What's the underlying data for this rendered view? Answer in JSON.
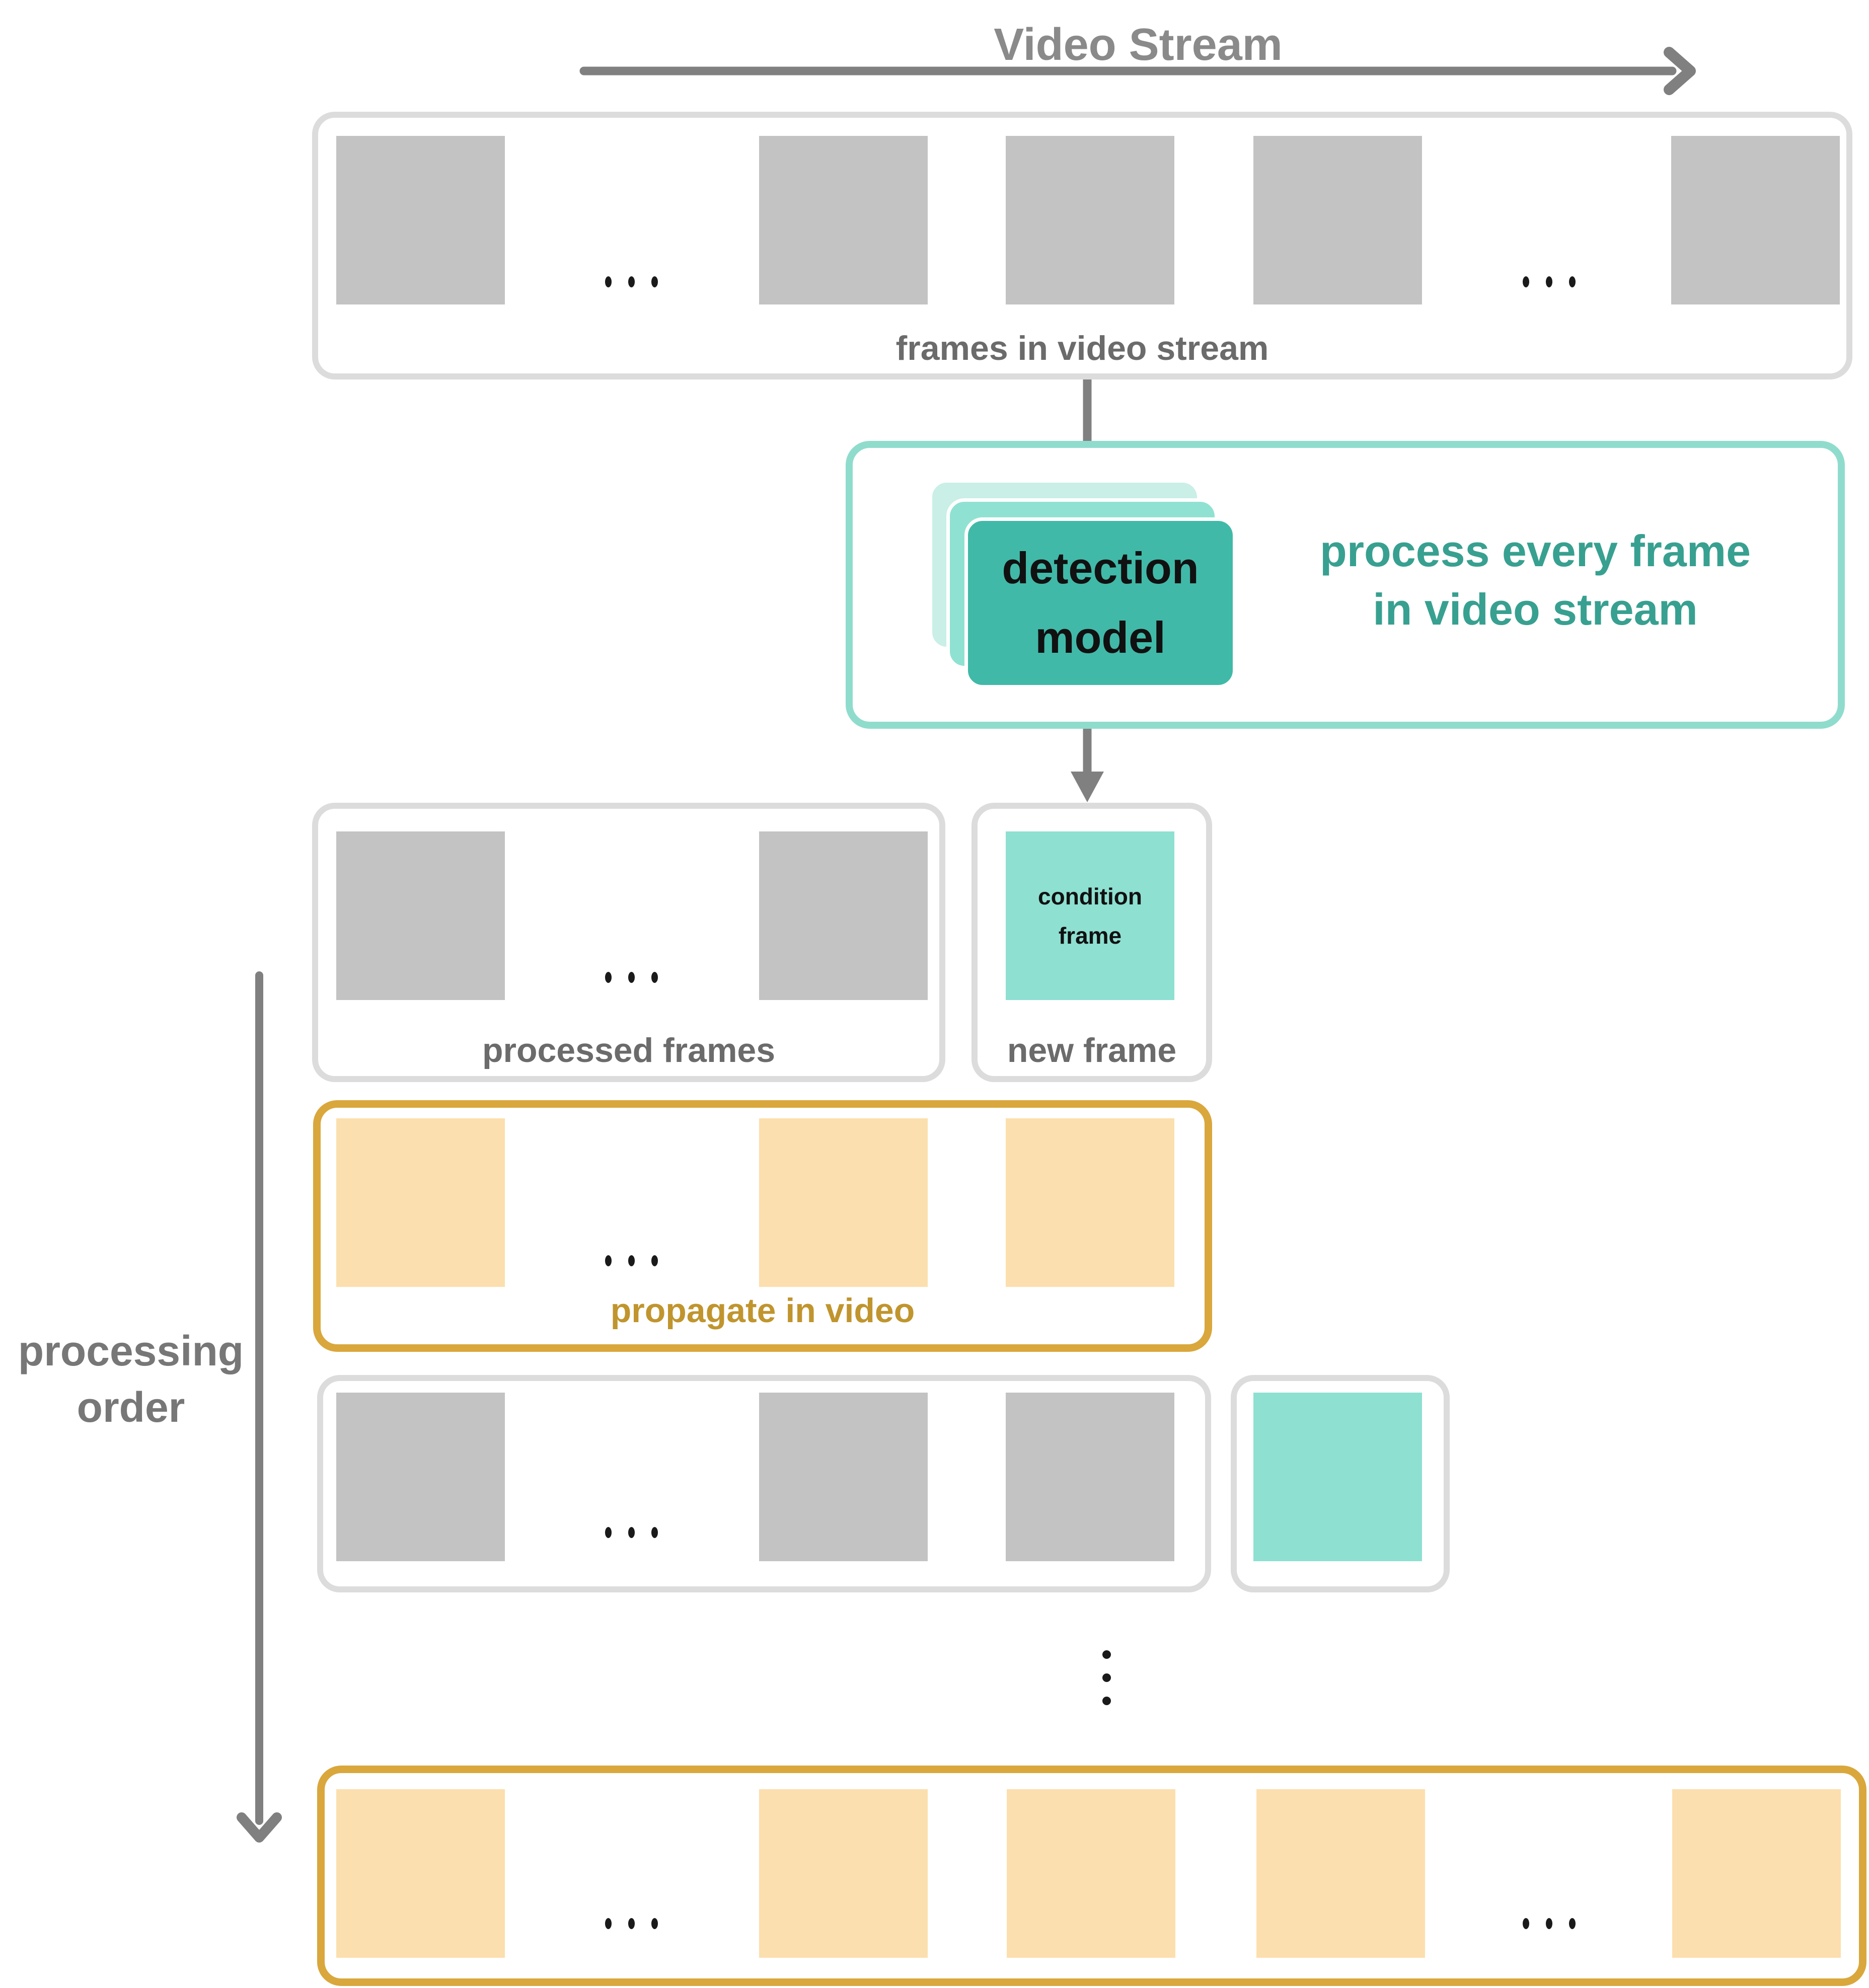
{
  "colors": {
    "bg": "#ffffff",
    "arrow-gray": "#808080",
    "title-gray": "#8a8a8a",
    "side-gray": "#777777",
    "label-gray": "#6b6b6b",
    "box-border-gray": "#dcdcdc",
    "frame-gray": "#c3c3c3",
    "teal-border": "#8fdccd",
    "teal-fill": "#8ee0d1",
    "teal-dark": "#41b9a8",
    "teal-card-back": "#c9efe7",
    "teal-card-mid": "#8fe2d2",
    "teal-text": "#38a090",
    "gold-border": "#d9a73c",
    "gold-text": "#c0952e",
    "orange-fill": "#fcdfae",
    "dot-black": "#1a1a1a",
    "card-text": "#111111"
  },
  "header": {
    "title": "Video Stream"
  },
  "stream_row": {
    "label": "frames in video stream"
  },
  "detection": {
    "card_line1": "detection",
    "card_line2": "model",
    "caption_line1": "process every frame",
    "caption_line2": "in video stream"
  },
  "processed_row": {
    "label": "processed frames"
  },
  "new_frame": {
    "label": "new frame",
    "square_line1": "condition",
    "square_line2": "frame"
  },
  "propagate_row": {
    "label": "propagate in video"
  },
  "side_label": {
    "line1": "processing",
    "line2": "order"
  }
}
